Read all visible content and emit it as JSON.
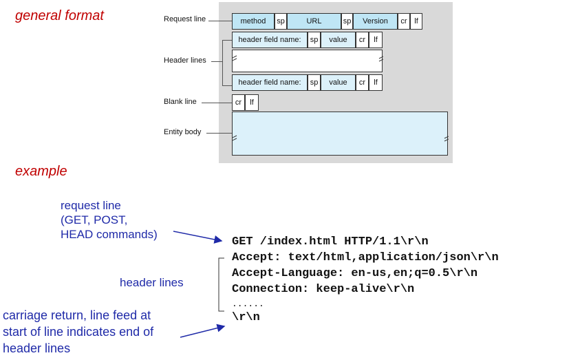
{
  "labels": {
    "general_format": "general format",
    "example": "example"
  },
  "diagram": {
    "row_labels": {
      "request_line": "Request line",
      "header_lines": "Header lines",
      "blank_line": "Blank line",
      "entity_body": "Entity body"
    },
    "request_fields": [
      "method",
      "sp",
      "URL",
      "sp",
      "Version",
      "cr",
      "lf"
    ],
    "header_fields": [
      "header field name:",
      "sp",
      "value",
      "cr",
      "lf"
    ],
    "blank_fields": [
      "cr",
      "lf"
    ]
  },
  "annotations": {
    "request_line": [
      "request line",
      "(GET, POST,",
      "HEAD commands)"
    ],
    "header_lines": "header lines",
    "crlf": [
      "carriage return, line feed at",
      "start of line indicates end of",
      "header lines"
    ]
  },
  "code_lines": [
    "GET /index.html HTTP/1.1\\r\\n",
    "Accept: text/html,application/json\\r\\n",
    "Accept-Language: en-us,en;q=0.5\\r\\n",
    "Connection: keep-alive\\r\\n",
    "......",
    "\\r\\n"
  ]
}
